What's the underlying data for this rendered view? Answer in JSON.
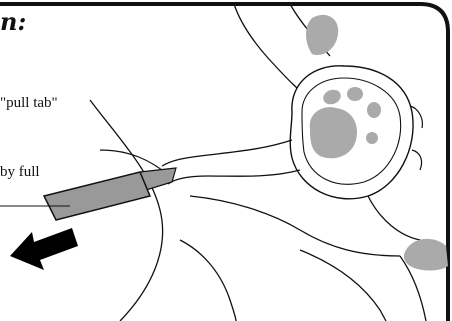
{
  "instruction": {
    "heading": "n:",
    "lines": [
      "\"pull tab\"",
      "by full"
    ]
  },
  "illustration": {
    "subject": "toy-with-paw-print-and-pull-tab",
    "icons": [
      "paw-print-icon",
      "arrow-left-icon"
    ],
    "colors": {
      "outline": "#111111",
      "gray_fill": "#aaaaaa",
      "tab_fill": "#999999",
      "arrow_fill": "#000000",
      "background": "#ffffff"
    }
  }
}
